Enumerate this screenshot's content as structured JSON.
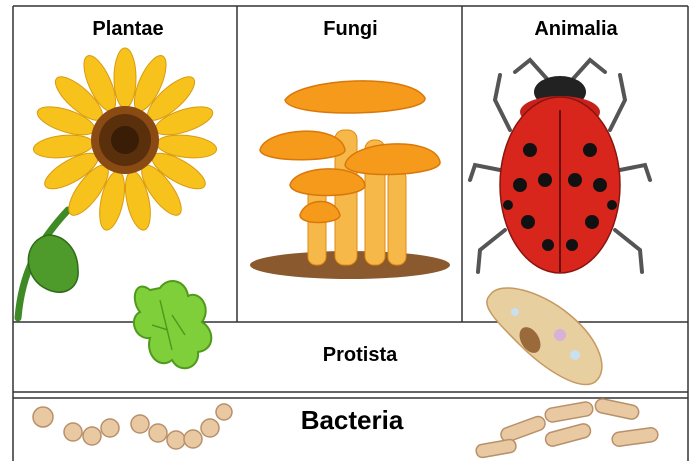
{
  "kingdoms": {
    "plantae": "Plantae",
    "fungi": "Fungi",
    "animalia": "Animalia",
    "protista": "Protista",
    "bacteria": "Bacteria"
  },
  "colors": {
    "grid_line": "#333333",
    "sunflower_petal": "#f7c21c",
    "sunflower_center": "#6b3a12",
    "leaf_green": "#3e8a24",
    "lettuce_green": "#7fcf3a",
    "mushroom_orange": "#f59a1a",
    "ladybug_red": "#d9261c",
    "paramecium": "#e8cfa0",
    "bacteria_tan": "#e9c9a2"
  },
  "icons": [
    "sunflower-icon",
    "mushroom-cluster-icon",
    "ladybug-icon",
    "paramecium-icon",
    "sea-lettuce-icon",
    "coccus-bacteria-icon",
    "bacillus-bacteria-icon"
  ]
}
